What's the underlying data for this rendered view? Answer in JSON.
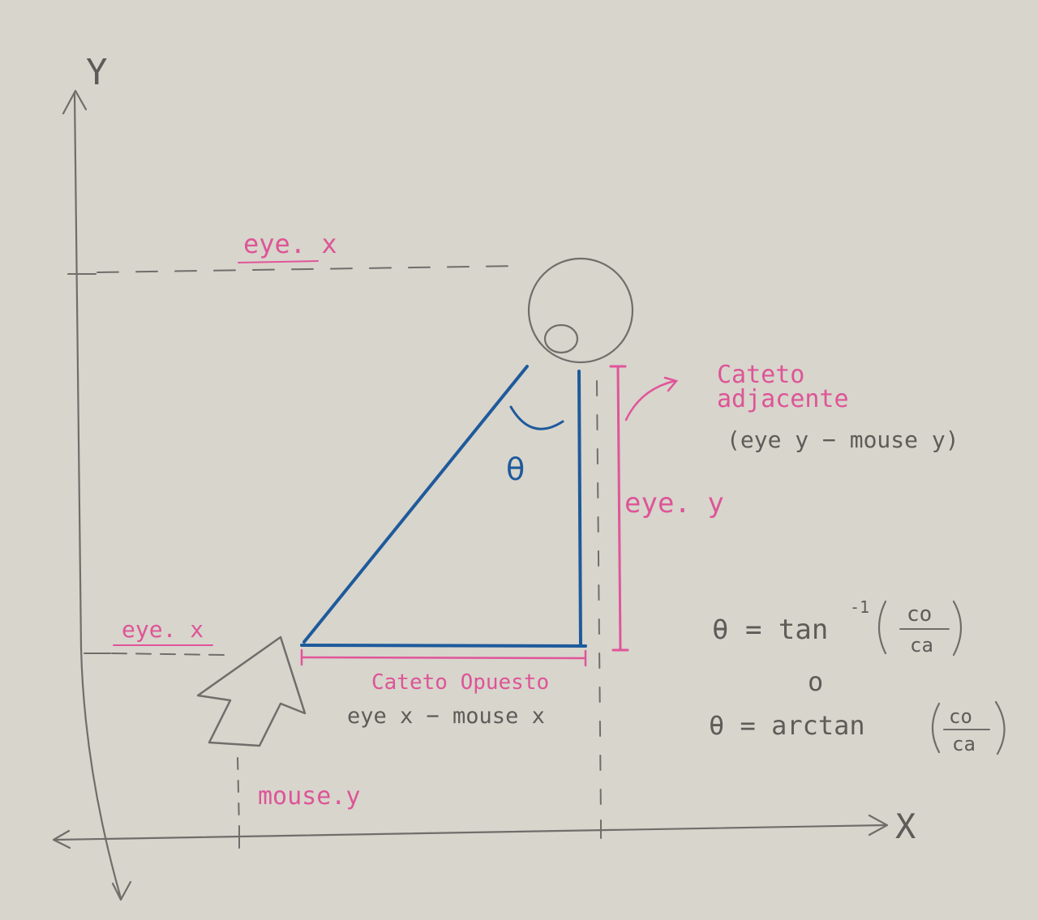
{
  "axes": {
    "y_label": "Y",
    "x_label": "X"
  },
  "labels": {
    "eye_x_top": "eye. x",
    "eye_x_left": "eye. x",
    "eye_y": "eye. y",
    "mouse_y": "mouse.y",
    "theta": "θ",
    "cateto_adjacente_line1": "Cateto",
    "cateto_adjacente_line2": "adjacente",
    "cateto_adjacente_formula": "(eye y − mouse y)",
    "cateto_opuesto": "Cateto Opuesto",
    "cateto_opuesto_formula": "eye x  − mouse x"
  },
  "formulas": {
    "f1_lhs": "θ = tan",
    "f1_exp": "-1",
    "f1_num": "co",
    "f1_den": "ca",
    "or_word": "o",
    "f2_lhs": "θ =  arctan",
    "f2_num": "co",
    "f2_den": "ca"
  },
  "colors": {
    "paper": "#d8d5cc",
    "pencil": "#6f6e6a",
    "blue_pen": "#1e5a9c",
    "pink_pen": "#e0559a"
  }
}
